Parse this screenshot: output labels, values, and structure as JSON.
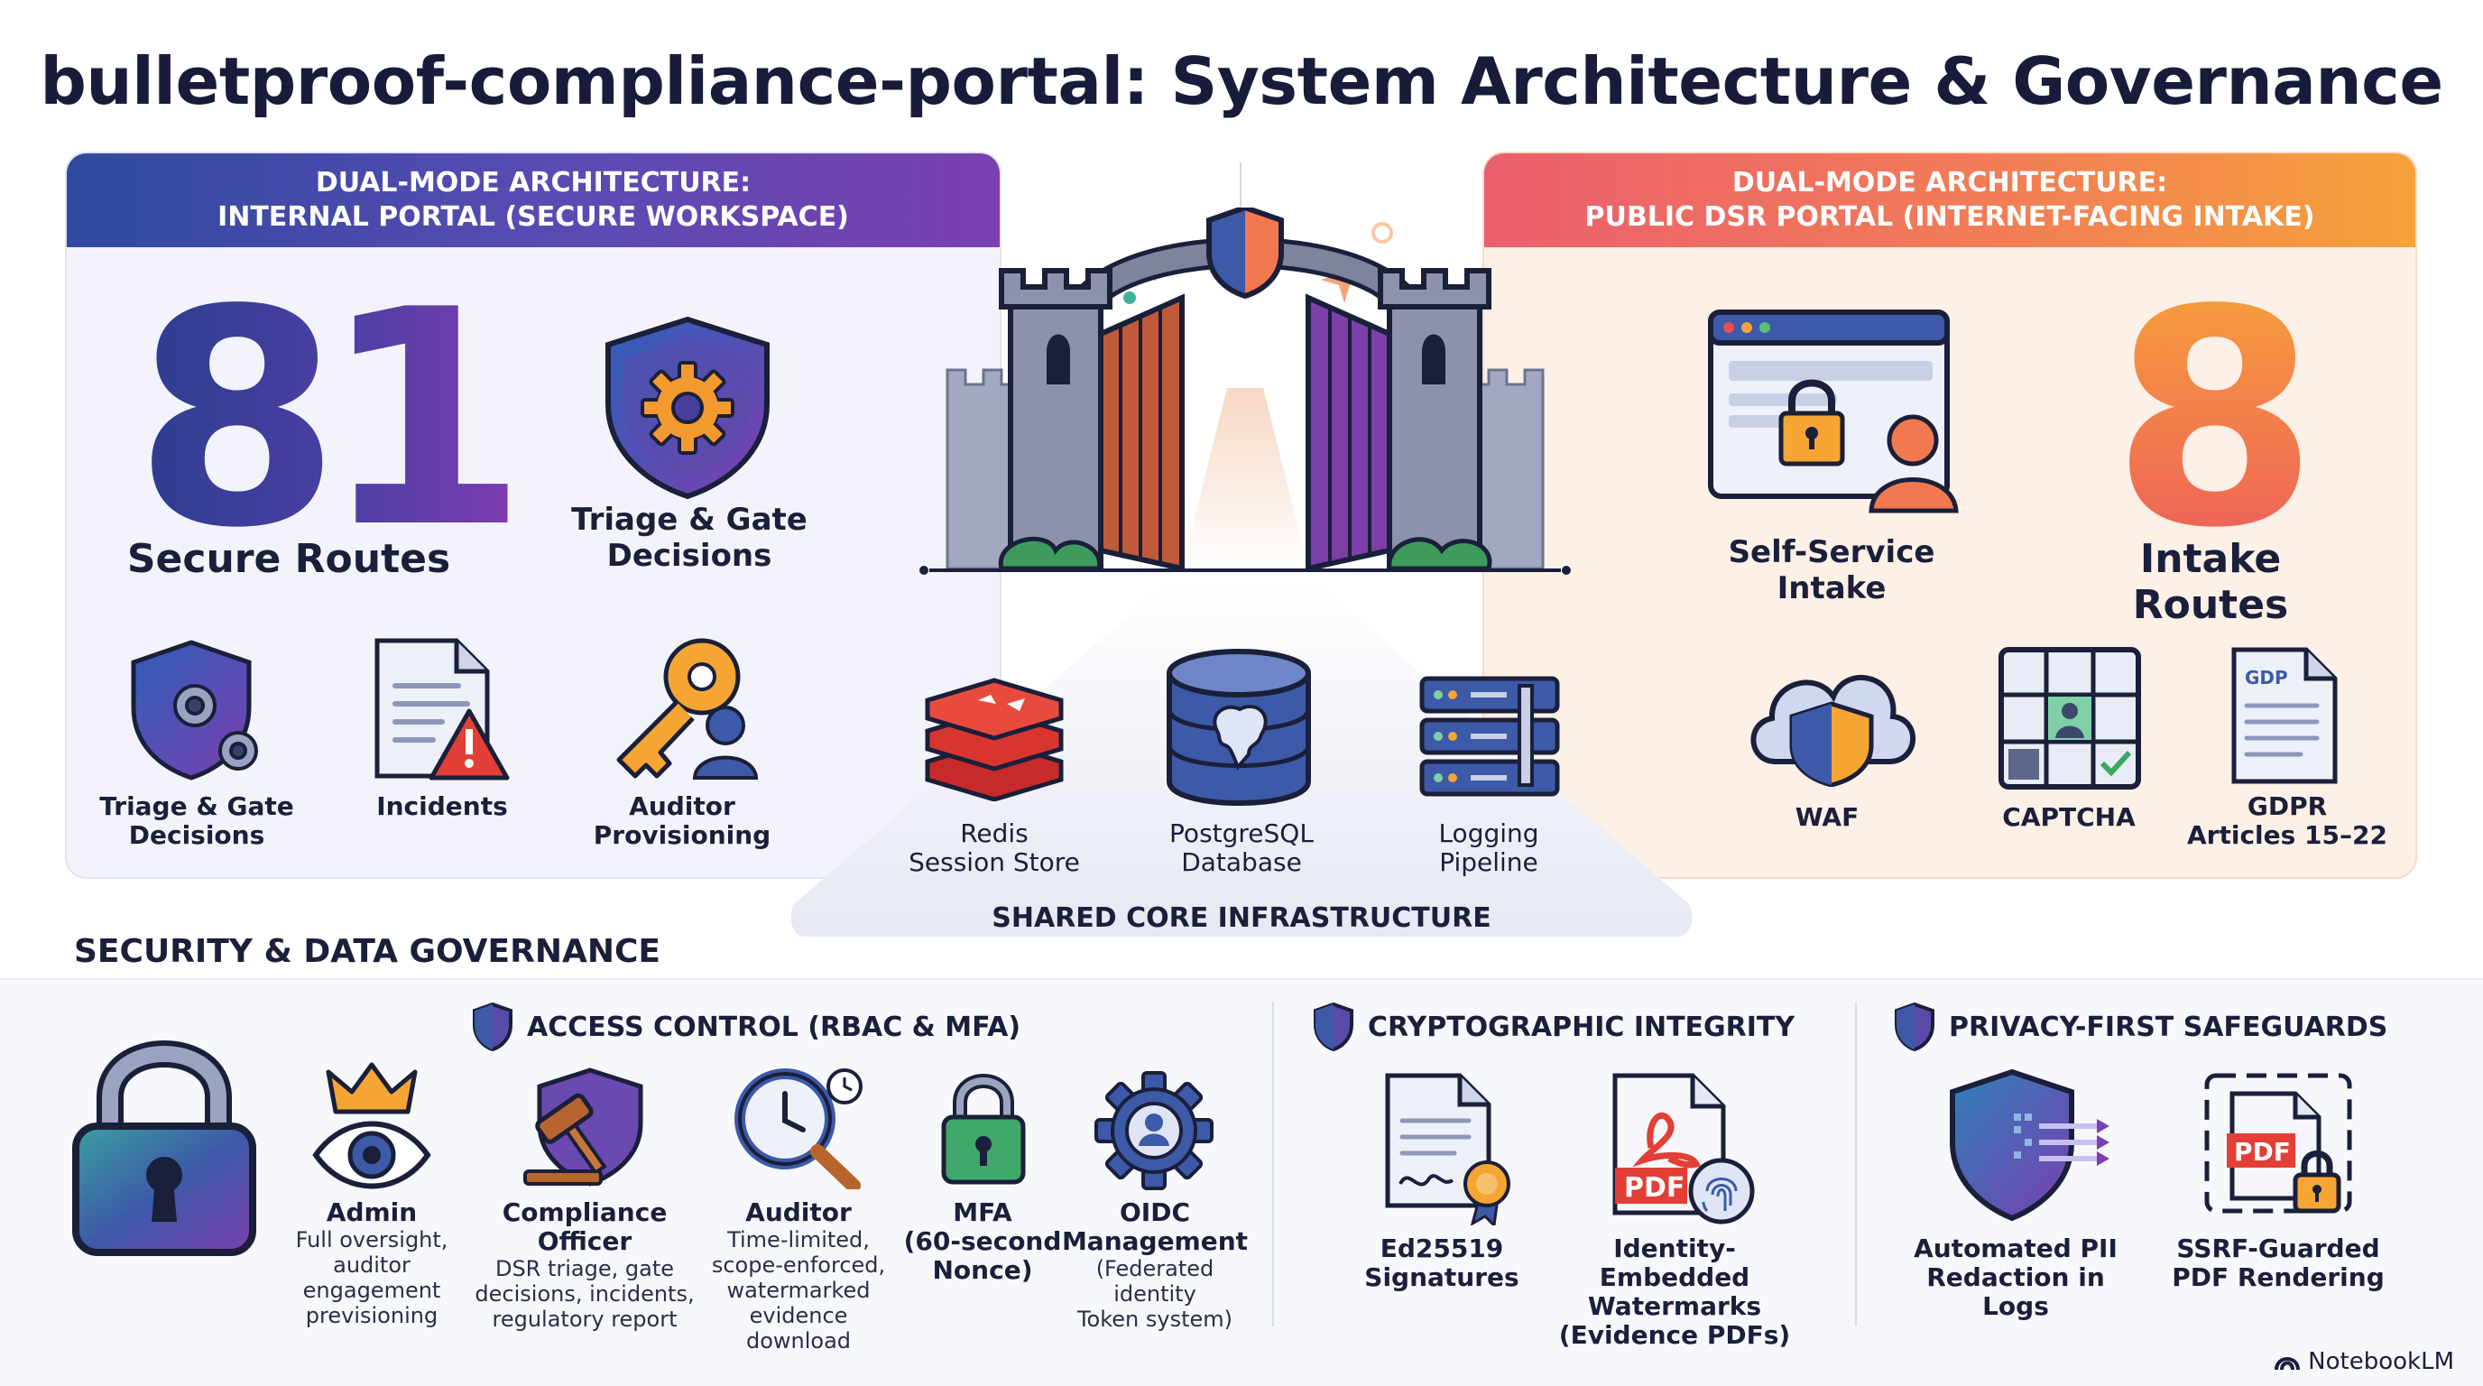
{
  "title": "bulletproof-compliance-portal: System Architecture & Governance",
  "left_panel": {
    "header_line1": "DUAL-MODE ARCHITECTURE:",
    "header_line2": "INTERNAL PORTAL (SECURE WORKSPACE)",
    "big_number": "81",
    "big_label": "Secure Routes",
    "feature_top": "Triage & Gate Decisions",
    "features": [
      {
        "label_line1": "Triage & Gate",
        "label_line2": "Decisions",
        "icon": "shield-gear-icon"
      },
      {
        "label_line1": "Incidents",
        "label_line2": "",
        "icon": "document-warning-icon"
      },
      {
        "label_line1": "Auditor",
        "label_line2": "Provisioning",
        "icon": "key-user-icon"
      }
    ]
  },
  "right_panel": {
    "header_line1": "DUAL-MODE ARCHITECTURE:",
    "header_line2": "PUBLIC DSR PORTAL (INTERNET-FACING INTAKE)",
    "big_number": "8",
    "big_label": "Intake Routes",
    "feature_top": "Self-Service Intake",
    "features": [
      {
        "label_line1": "WAF",
        "label_line2": "",
        "icon": "cloud-shield-icon"
      },
      {
        "label_line1": "CAPTCHA",
        "label_line2": "",
        "icon": "captcha-grid-icon"
      },
      {
        "label_line1": "GDPR",
        "label_line2": "Articles 15–22",
        "icon": "gdpr-document-icon"
      }
    ],
    "gdpr_doc_text": "GDP"
  },
  "core": {
    "title": "SHARED CORE INFRASTRUCTURE",
    "items": [
      {
        "label_line1": "Redis",
        "label_line2": "Session Store",
        "icon": "redis-icon"
      },
      {
        "label_line1": "PostgreSQL",
        "label_line2": "Database",
        "icon": "postgresql-icon"
      },
      {
        "label_line1": "Logging",
        "label_line2": "Pipeline",
        "icon": "server-rack-icon"
      }
    ]
  },
  "governance": {
    "title": "SECURITY & DATA GOVERNANCE",
    "access": {
      "heading": "ACCESS CONTROL (RBAC & MFA)",
      "roles": [
        {
          "name": "Admin",
          "desc_lines": [
            "Full oversight,",
            "auditor engagement",
            "previsioning"
          ],
          "icon": "crown-eye-icon"
        },
        {
          "name": "Compliance Officer",
          "desc_lines": [
            "DSR triage, gate",
            "decisions, incidents,",
            "regulatory report"
          ],
          "icon": "gavel-shield-icon"
        },
        {
          "name": "Auditor",
          "desc_lines": [
            "Time-limited,",
            "scope-enforced,",
            "watermarked",
            "evidence download"
          ],
          "icon": "clock-magnifier-icon"
        },
        {
          "name_lines": [
            "MFA",
            "(60-second",
            "Nonce)"
          ],
          "icon": "padlock-icon"
        },
        {
          "name_lines": [
            "OIDC",
            "Management"
          ],
          "desc_lines": [
            "(Federated identity",
            "Token system)"
          ],
          "icon": "gear-user-icon"
        }
      ]
    },
    "crypto": {
      "heading": "CRYPTOGRAPHIC INTEGRITY",
      "items": [
        {
          "label_lines": [
            "Ed25519",
            "Signatures"
          ],
          "icon": "signed-document-icon"
        },
        {
          "label_lines": [
            "Identity-Embedded",
            "Watermarks",
            "(Evidence PDFs)"
          ],
          "icon": "pdf-fingerprint-icon"
        }
      ],
      "pdf_text": "PDF"
    },
    "privacy": {
      "heading": "PRIVACY-FIRST SAFEGUARDS",
      "items": [
        {
          "label_lines": [
            "Automated PII",
            "Redaction in Logs"
          ],
          "icon": "shield-redaction-icon"
        },
        {
          "label_lines": [
            "SSRF-Guarded",
            "PDF Rendering"
          ],
          "icon": "pdf-lock-icon"
        }
      ],
      "pdf_text": "PDF"
    }
  },
  "brand": "NotebookLM",
  "colors": {
    "navy": "#1a1f3a",
    "left_gradient_start": "#2f4aa0",
    "left_gradient_end": "#7a3fb0",
    "right_gradient_start": "#ea5f6d",
    "right_gradient_end": "#f6a23a"
  }
}
